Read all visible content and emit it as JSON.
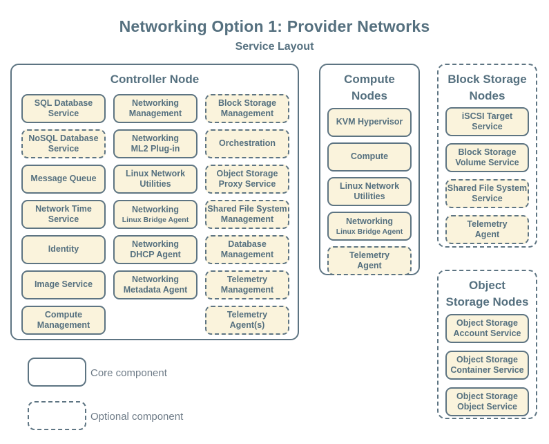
{
  "title": "Networking Option 1: Provider Networks",
  "subtitle": "Service Layout",
  "colors": {
    "line": "#5d7482",
    "fill": "#faf3dc",
    "text": "#55707f",
    "legend_text": "#6e7b87"
  },
  "groups": {
    "controller": {
      "title": "Controller Node",
      "columns": [
        [
          {
            "label": "SQL Database\nService",
            "type": "core"
          },
          {
            "label": "NoSQL Database\nService",
            "type": "optional"
          },
          {
            "label": "Message Queue",
            "type": "core"
          },
          {
            "label": "Network Time\nService",
            "type": "core"
          },
          {
            "label": "Identity",
            "type": "core"
          },
          {
            "label": "Image Service",
            "type": "core"
          },
          {
            "label": "Compute\nManagement",
            "type": "core"
          }
        ],
        [
          {
            "label": "Networking\nManagement",
            "type": "core"
          },
          {
            "label": "Networking\nML2 Plug-in",
            "type": "core"
          },
          {
            "label": "Linux Network\nUtilities",
            "type": "core"
          },
          {
            "label": "Networking",
            "sublabel": "Linux Bridge Agent",
            "type": "core"
          },
          {
            "label": "Networking\nDHCP Agent",
            "type": "core"
          },
          {
            "label": "Networking\nMetadata Agent",
            "type": "core"
          }
        ],
        [
          {
            "label": "Block Storage\nManagement",
            "type": "optional"
          },
          {
            "label": "Orchestration",
            "type": "optional"
          },
          {
            "label": "Object Storage\nProxy Service",
            "type": "optional"
          },
          {
            "label": "Shared File System\nManagement",
            "type": "optional"
          },
          {
            "label": "Database\nManagement",
            "type": "optional"
          },
          {
            "label": "Telemetry\nManagement",
            "type": "optional"
          },
          {
            "label": "Telemetry\nAgent(s)",
            "type": "optional"
          }
        ]
      ]
    },
    "compute": {
      "title": "Compute\nNodes",
      "items": [
        {
          "label": "KVM Hypervisor",
          "type": "core"
        },
        {
          "label": "Compute",
          "type": "core"
        },
        {
          "label": "Linux Network\nUtilities",
          "type": "core"
        },
        {
          "label": "Networking",
          "sublabel": "Linux Bridge Agent",
          "type": "core"
        },
        {
          "label": "Telemetry\nAgent",
          "type": "optional"
        }
      ]
    },
    "block_storage": {
      "title": "Block Storage\nNodes",
      "items": [
        {
          "label": "iSCSI Target\nService",
          "type": "core"
        },
        {
          "label": "Block Storage\nVolume Service",
          "type": "core"
        },
        {
          "label": "Shared File System\nService",
          "type": "optional"
        },
        {
          "label": "Telemetry\nAgent",
          "type": "optional"
        }
      ]
    },
    "object_storage": {
      "title": "Object\nStorage Nodes",
      "items": [
        {
          "label": "Object Storage\nAccount Service",
          "type": "core"
        },
        {
          "label": "Object Storage\nContainer Service",
          "type": "core"
        },
        {
          "label": "Object Storage\nObject Service",
          "type": "core"
        }
      ]
    }
  },
  "legend": {
    "core_label": "Core component",
    "optional_label": "Optional component"
  }
}
